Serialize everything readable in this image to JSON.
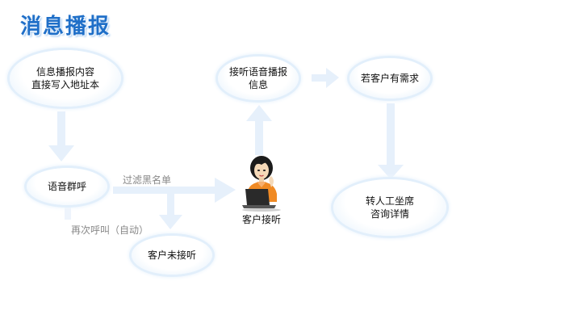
{
  "title": "消息播报",
  "nodes": {
    "content": {
      "line1": "信息播报内容",
      "line2": "直接写入地址本"
    },
    "listen": {
      "line1": "接听语音播报",
      "line2": "信息"
    },
    "need": {
      "line1": "若客户有需求"
    },
    "group_call": {
      "line1": "语音群呼"
    },
    "transfer": {
      "line1": "转人工坐席",
      "line2": "咨询详情"
    },
    "not_answered": {
      "line1": "客户未接听"
    }
  },
  "labels": {
    "filter_blacklist": "过滤黑名单",
    "recall_auto": "再次呼叫（自动）",
    "customer_answer": "客户接听"
  },
  "colors": {
    "title": "#1f6fc8",
    "arrow": "#e3eefa",
    "node_edge": "#d9ebfa"
  }
}
